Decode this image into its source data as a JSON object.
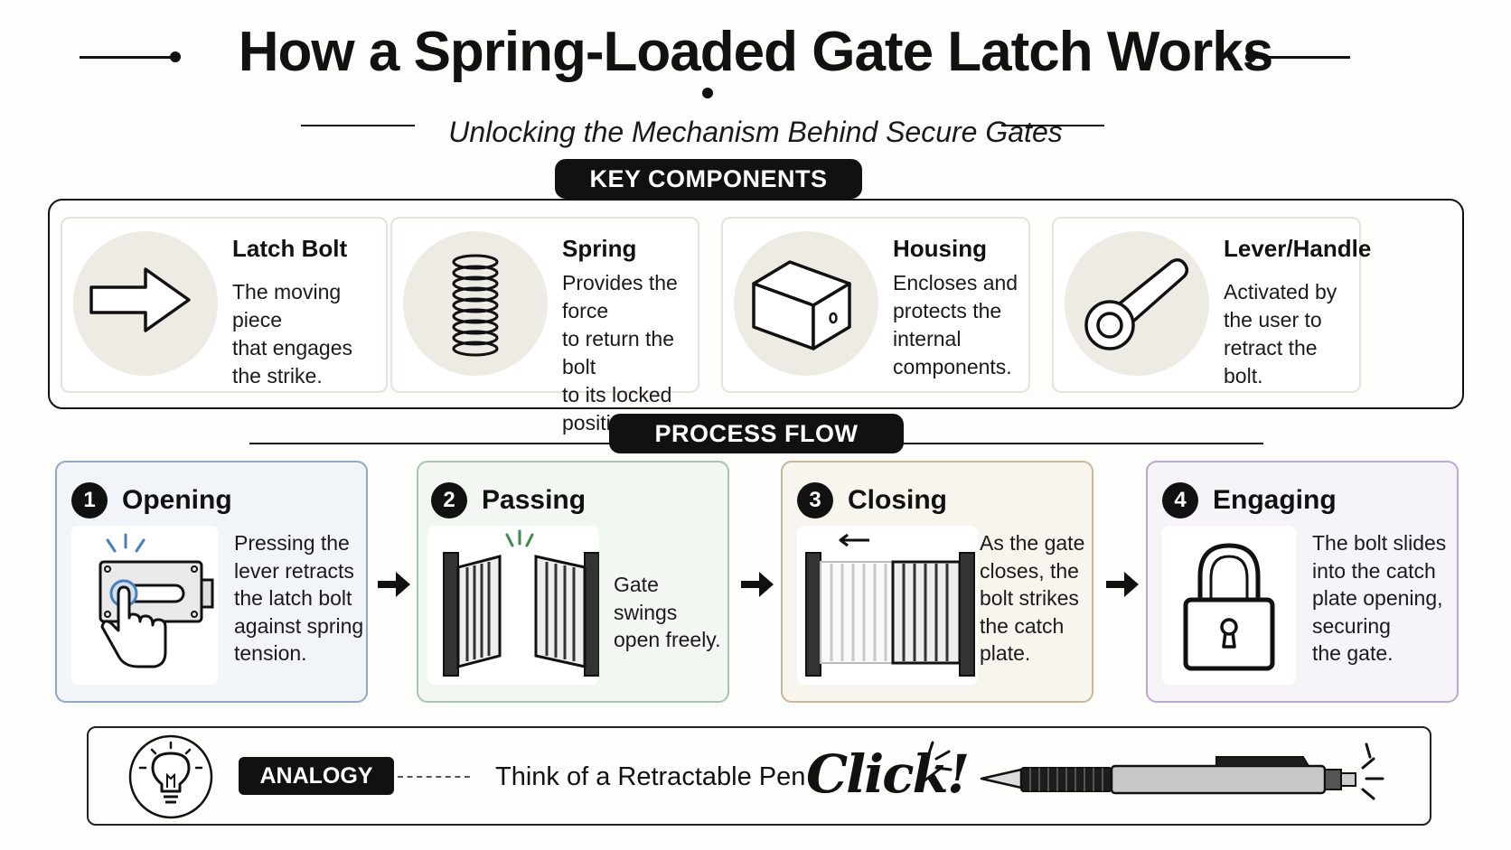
{
  "header": {
    "title": "How a Spring-Loaded Gate Latch Works",
    "subtitle": "Unlocking the Mechanism Behind Secure Gates"
  },
  "key_components": {
    "heading": "KEY COMPONENTS",
    "items": [
      {
        "title": "Latch Bolt",
        "lines": [
          "The moving piece",
          "that engages",
          "the strike."
        ],
        "icon": "arrow-icon"
      },
      {
        "title": "Spring",
        "lines": [
          "Provides the force",
          "to return the bolt",
          "to its locked",
          "position."
        ],
        "icon": "coil-spring-icon"
      },
      {
        "title": "Housing",
        "lines": [
          "Encloses and",
          "protects the",
          "internal",
          "components."
        ],
        "icon": "box-housing-icon"
      },
      {
        "title": "Lever/Handle",
        "lines": [
          "Activated by",
          "the user to",
          "retract the bolt."
        ],
        "icon": "lever-handle-icon"
      }
    ]
  },
  "process_flow": {
    "heading": "PROCESS FLOW",
    "steps": [
      {
        "num": "1",
        "title": "Opening",
        "lines": [
          "Pressing the",
          "lever retracts",
          "the latch bolt",
          "against spring",
          "tension."
        ],
        "icon": "hand-pressing-lever-icon",
        "border": "#8fa8c4",
        "bg": "#f1f4f8"
      },
      {
        "num": "2",
        "title": "Passing",
        "lines": [
          "Gate swings",
          "open freely."
        ],
        "icon": "open-gate-icon",
        "border": "#a6c7ad",
        "bg": "#f2f7f2"
      },
      {
        "num": "3",
        "title": "Closing",
        "lines": [
          "As the gate",
          "closes, the",
          "bolt strikes",
          "the catch",
          "plate."
        ],
        "icon": "closing-gate-icon",
        "border": "#c9b89a",
        "bg": "#f8f5ef"
      },
      {
        "num": "4",
        "title": "Engaging",
        "lines": [
          "The bolt slides",
          "into the catch",
          "plate opening,",
          "securing",
          "the gate."
        ],
        "icon": "padlock-icon",
        "border": "#b9a9d2",
        "bg": "#f6f3f9"
      }
    ]
  },
  "analogy": {
    "label": "ANALOGY",
    "text": "Think of a Retractable Pen",
    "click": "Click!",
    "icons": [
      "lightbulb-icon",
      "retractable-pen-icon"
    ]
  }
}
